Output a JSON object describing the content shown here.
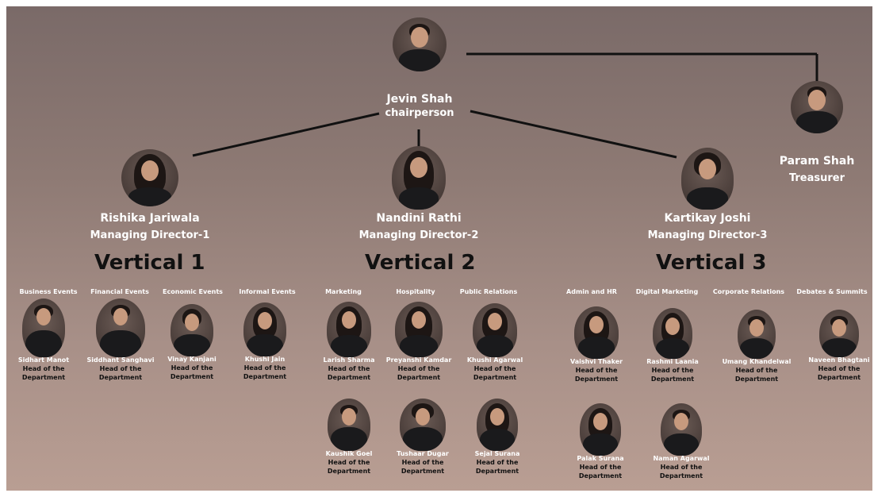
{
  "top": {
    "chair": {
      "name": "Jevin Shah",
      "role": "chairperson"
    },
    "treasurer": {
      "name": "Param Shah",
      "role": "Treasurer"
    }
  },
  "verticals": [
    {
      "md_name": "Rishika Jariwala",
      "md_role": "Managing Director-1",
      "title": "Vertical 1",
      "departments": [
        "Business Events",
        "Financial Events",
        "Economic Events",
        "Informal Events"
      ]
    },
    {
      "md_name": "Nandini Rathi",
      "md_role": "Managing Director-2",
      "title": "Vertical 2",
      "departments": [
        "Marketing",
        "Hospitality",
        "Public Relations"
      ]
    },
    {
      "md_name": "Kartikay Joshi",
      "md_role": "Managing Director-3",
      "title": "Vertical 3",
      "departments": [
        "Admin and HR",
        "Digital Marketing",
        "Corporate Relations",
        "Debates & Summits"
      ]
    }
  ],
  "heads_role_line1": "Head of the",
  "heads_role_line2": "Department",
  "heads": [
    "Sidhart Manot",
    "Siddhant Sanghavi",
    "Vinay Kanjani",
    "Khushi Jain",
    "Larish Sharma",
    "Preyanshi Kamdar",
    "Khushi Agarwal",
    "Kaushik Goel",
    "Tushaar Dugar",
    "Sejal Surana",
    "Vaishvi Thaker",
    "Rashmi Laania",
    "Umang Khandelwal",
    "Naveen Bhagtani",
    "Palak Surana",
    "Naman Agarwal"
  ],
  "colors": {
    "line": "#111111",
    "name_text": "#ffffff",
    "vertical_text": "#111111"
  }
}
